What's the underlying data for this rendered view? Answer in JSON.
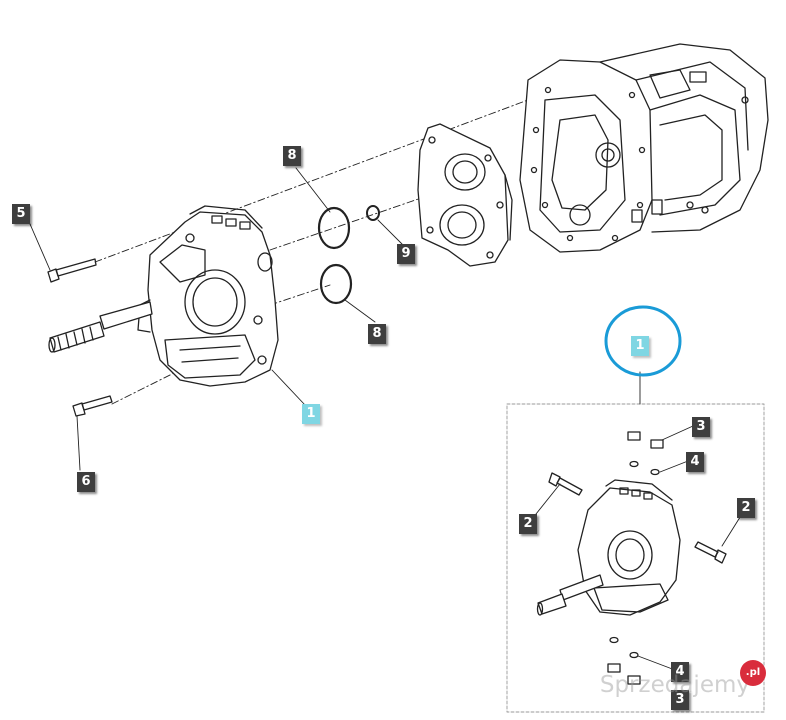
{
  "callouts": {
    "c1_main": "1",
    "c1_detail": "1",
    "c2_left": "2",
    "c2_right": "2",
    "c3_top": "3",
    "c3_bottom": "3",
    "c4_top": "4",
    "c4_bottom": "4",
    "c5": "5",
    "c6": "6",
    "c8_top": "8",
    "c8_bottom": "8",
    "c9": "9"
  },
  "watermark": {
    "text": "Sprzedajemy",
    "badge": ".pl"
  },
  "colors": {
    "callout_dark": "#3e3e3e",
    "callout_cyan": "#7fd6e3",
    "highlight_circle": "#1a9bd7",
    "watermark_badge": "#d92c3c"
  }
}
